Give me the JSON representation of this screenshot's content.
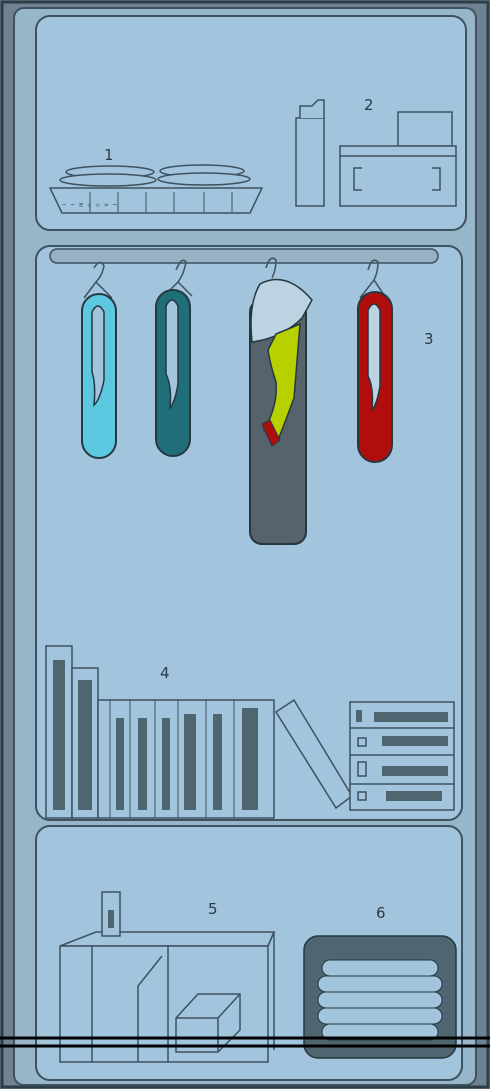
{
  "scene": {
    "name": "closet-inventory-scene",
    "colors": {
      "background": "#6e8292",
      "panel": "#a2c4dc",
      "outline": "#3e5260",
      "dark_fill": "#4f6570",
      "coat_light_blue": "#5cc8e0",
      "coat_teal": "#1f6e78",
      "coat_grey": "#56636c",
      "coat_red": "#b00d0d",
      "lime": "#b6d000"
    }
  },
  "labels": {
    "top_shelf_left": "1",
    "top_shelf_right": "2",
    "hanging_rail": "3",
    "bookshelf": "4",
    "bottom_left": "5",
    "bottom_right": "6"
  }
}
